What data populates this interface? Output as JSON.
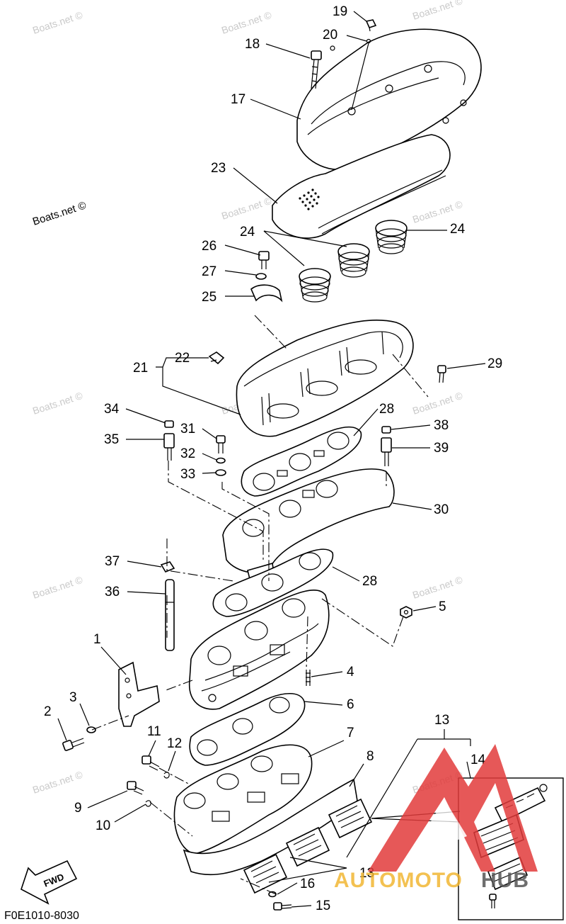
{
  "callouts": {
    "c1": "1",
    "c2": "2",
    "c3": "3",
    "c4": "4",
    "c5": "5",
    "c6": "6",
    "c7": "7",
    "c8": "8",
    "c9": "9",
    "c10": "10",
    "c11": "11",
    "c12": "12",
    "c13a": "13",
    "c13b": "13",
    "c14": "14",
    "c15": "15",
    "c16": "16",
    "c17": "17",
    "c18": "18",
    "c19": "19",
    "c20": "20",
    "c21": "21",
    "c22": "22",
    "c23": "23",
    "c24a": "24",
    "c24b": "24",
    "c25": "25",
    "c26": "26",
    "c27": "27",
    "c28a": "28",
    "c28b": "28",
    "c29": "29",
    "c30": "30",
    "c31": "31",
    "c32": "32",
    "c33": "33",
    "c34": "34",
    "c35": "35",
    "c36": "36",
    "c37": "37",
    "c38": "38",
    "c39": "39"
  },
  "watermark_text": "Boats.net ©",
  "diagram_code": "F0E1010-8030",
  "fwd_label": "FWD",
  "brand": {
    "part1": "AUTOMOTO",
    "part2": "HUB",
    "accent_color": "#e23b3b",
    "gold_color": "#f2b733"
  }
}
